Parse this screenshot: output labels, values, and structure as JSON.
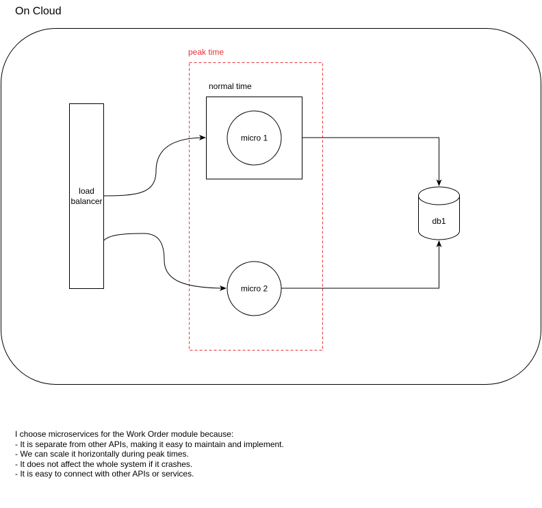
{
  "title": "On Cloud",
  "labels": {
    "peak_time": "peak time",
    "normal_time": "normal time",
    "load_balancer_line1": "load",
    "load_balancer_line2": "balancer",
    "micro1": "micro 1",
    "micro2": "micro 2",
    "db": "db1"
  },
  "colors": {
    "peak_border": "#e8333a",
    "peak_text": "#e8333a",
    "stroke": "#000000"
  },
  "notes": {
    "intro": "I choose microservices for the Work Order module because:",
    "points": [
      "- It is separate from other APIs, making it easy to maintain and implement.",
      "- We can scale it horizontally during peak times.",
      "- It does not affect the whole system if it crashes.",
      "- It is easy to connect with other APIs or services."
    ]
  }
}
